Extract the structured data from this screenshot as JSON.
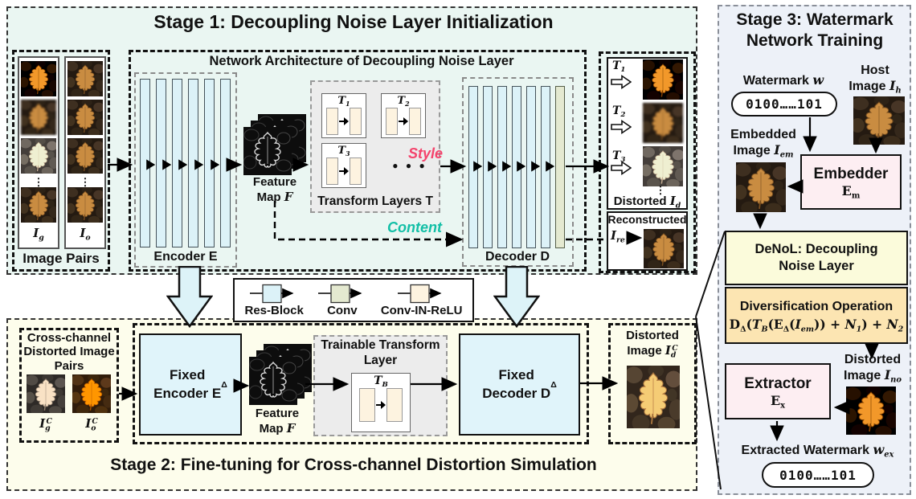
{
  "colors": {
    "stage1_bg": "#eaf6f2",
    "stage2_bg": "#fdfdec",
    "stage3_bg": "#edf1f8",
    "res_block": "#dcf2f8",
    "conv": "#e4e9d0",
    "conv_in_relu": "#fdf3e0",
    "module_cyan": "#e0f4fa",
    "denol_yellow": "#fbfbdb",
    "diversification_tan": "#fce5b2",
    "embedder_pink": "#fdeef2",
    "style_label": "#f4436c",
    "content_label": "#12bfa6",
    "big_arrow": "#ddf3f8"
  },
  "stage1": {
    "title": "Stage 1: Decoupling Noise Layer Initialization",
    "image_pairs": {
      "label": "Image Pairs",
      "left_var": "*I_{g}*",
      "right_var": "*I_{o}*",
      "dots": "⋮"
    },
    "network": {
      "title": "Network Architecture of Decoupling Noise Layer",
      "encoder_label": "Encoder E",
      "feature_map_label": "Feature Map *F*",
      "transform_title": "Transform Layers T",
      "t1": "*T_{1}*",
      "t2": "*T_{2}*",
      "t3": "*T_{3}*",
      "dots": "● ● ●",
      "style_label": "Style",
      "content_label": "Content",
      "decoder_label": "Decoder D"
    },
    "outputs": {
      "t1": "*T_{1}*",
      "t2": "*T_{2}*",
      "t3": "*T_{3}*",
      "dots": "⋮",
      "distorted_label": "Distorted *I_{d}*",
      "reconstructed_label": "Reconstructed",
      "reconstructed_var": "*I_{re}*"
    }
  },
  "legend": {
    "resblock": "Res-Block",
    "conv": "Conv",
    "convinrelu": "Conv-IN-ReLU"
  },
  "stage2": {
    "title": "Stage 2: Fine-tuning for Cross-channel Distortion Simulation",
    "pairs_label": "Cross-channel Distorted Image Pairs",
    "left_var": "*I_{g}^{C}*",
    "right_var": "*I_{o}^{C}*",
    "fixed_encoder": "Fixed\nEncoder E_{Δ}",
    "feature_map_label": "Feature Map *F*",
    "trainable_label": "Trainable Transform Layer",
    "tb": "*T_{B}*",
    "fixed_decoder": "Fixed\nDecoder D_{Δ}",
    "distorted_label": "Distorted\nImage *I_{d}^{C}*"
  },
  "stage3": {
    "title": "Stage 3: Watermark\nNetwork Training",
    "watermark_label": "Watermark *w*",
    "watermark_bits": "0100……101",
    "host_label": "Host\nImage *I_{h}*",
    "embedded_label": "Embedded\nImage *I_{em}*",
    "embedder_label": "Embedder",
    "embedder_var": "E_{m}",
    "denol_label": "DeNoL: Decoupling\nNoise Layer",
    "diversification_label": "Diversification Operation",
    "diversification_formula": "D_{Δ}(*T_{B}*(E_{Δ}(*I_{em}*)) + *N_{1}*) + *N_{2}*",
    "distorted_label": "Distorted\nImage *I_{no}*",
    "extractor_label": "Extractor",
    "extractor_var": "E_{x}",
    "extracted_label": "Extracted Watermark *w_{ex}*",
    "extracted_bits": "0100……101"
  }
}
